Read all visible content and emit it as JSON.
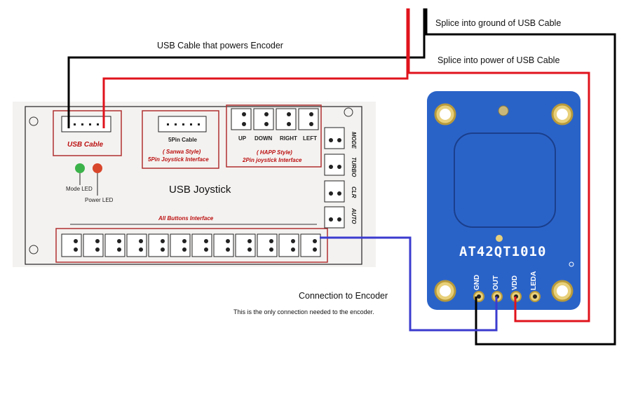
{
  "labels": {
    "usb_cable_powers": "USB Cable that powers Encoder",
    "splice_ground": "Splice into ground of USB Cable",
    "splice_power": "Splice into power of USB Cable",
    "connection_to_encoder": "Connection to Encoder",
    "only_connection": "This is the only connection needed to the encoder."
  },
  "board": {
    "usb_cable": "USB Cable",
    "five_pin_cable": "5Pin Cable",
    "sanwa_style": "( Sanwa Style)",
    "five_pin_interface": "5Pin Joystick Interface",
    "dir_up": "UP",
    "dir_down": "DOWN",
    "dir_right": "RIGHT",
    "dir_left": "LEFT",
    "happ_style": "( HAPP Style)",
    "two_pin_interface": "2Pin joystick Interface",
    "mode_led": "Mode LED",
    "power_led": "Power LED",
    "title": "USB Joystick",
    "all_buttons": "All Buttons Interface",
    "side_mode": "MODE",
    "side_turbo": "TURBO",
    "side_clr": "CLR",
    "side_auto": "AUTO"
  },
  "encoder": {
    "chip": "AT42QT1010",
    "pin_gnd": "GND",
    "pin_out": "OUT",
    "pin_vdd": "VDD",
    "pin_leda": "LEDA"
  },
  "colors": {
    "wire_ground": "#000000",
    "wire_power": "#e0131c",
    "wire_signal": "#3b3bcf",
    "pcb": "#2a63c8",
    "board_outline": "#b03030",
    "led_green": "#3bb34a",
    "led_red": "#d8472c"
  }
}
